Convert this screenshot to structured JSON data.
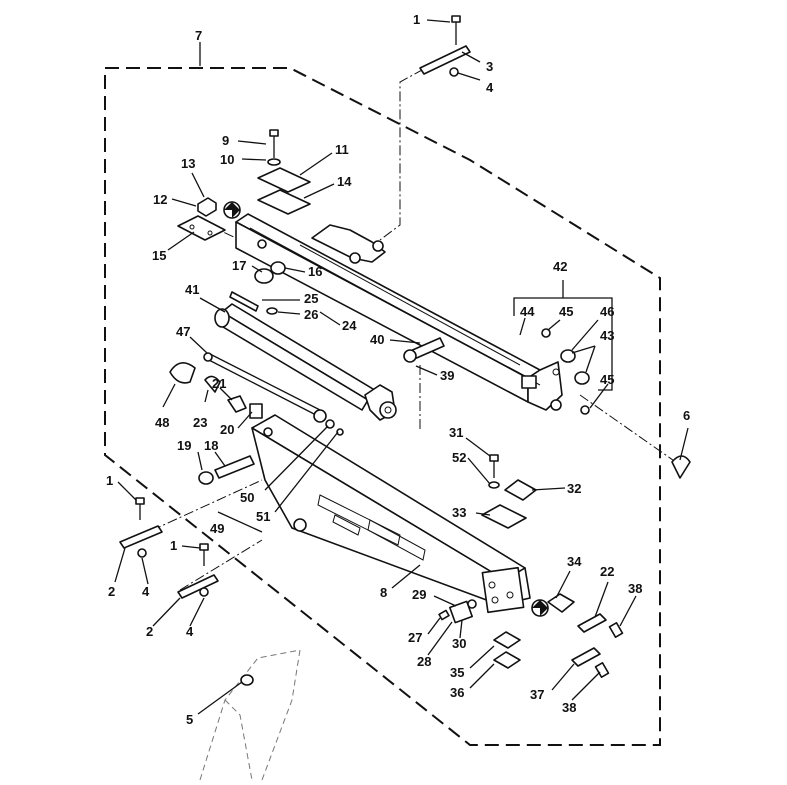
{
  "callouts": [
    "1",
    "3",
    "4",
    "7",
    "9",
    "10",
    "11",
    "13",
    "14",
    "12",
    "15",
    "17",
    "16",
    "42",
    "41",
    "25",
    "26",
    "24",
    "44",
    "45",
    "46",
    "43",
    "40",
    "47",
    "39",
    "21",
    "48",
    "23",
    "20",
    "19",
    "18",
    "6",
    "31",
    "52",
    "32",
    "33",
    "50",
    "51",
    "49",
    "1",
    "2",
    "4",
    "1",
    "2",
    "4",
    "34",
    "22",
    "38",
    "8",
    "29",
    "27",
    "30",
    "28",
    "35",
    "36",
    "37",
    "38",
    "5",
    "45"
  ]
}
